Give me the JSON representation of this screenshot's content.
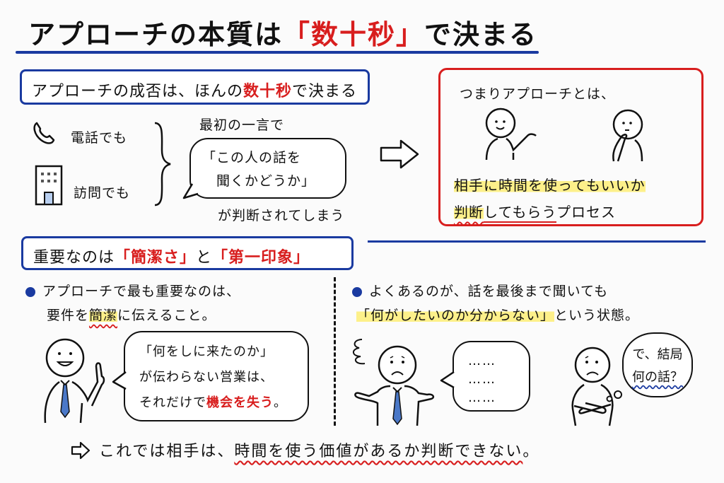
{
  "title": {
    "pre": "アプローチの本質は",
    "highlight": "「数十秒」",
    "post": "で決まる"
  },
  "colors": {
    "accent_blue": "#1a3aa0",
    "accent_red": "#d81e1e",
    "highlight_yellow": "#fdf08a",
    "tie_blue": "#4a78c8"
  },
  "section1": {
    "heading_pre": "アプローチの成否は、ほんの",
    "heading_highlight": "数十秒",
    "heading_post": "で決まる",
    "channels": [
      {
        "icon": "phone-icon",
        "label": "電話でも"
      },
      {
        "icon": "building-icon",
        "label": "訪問でも"
      }
    ],
    "first_words": "最初の一言で",
    "bubble_line1": "「この人の話を",
    "bubble_line2": "聞くかどうか」",
    "judged": "が判断されてしまう"
  },
  "conclusion_box": {
    "intro": "つまりアプローチとは、",
    "line1": "相手に時間を使ってもいいか",
    "line2_a": "判断",
    "line2_b": "してもらう",
    "line2_c": "プロセス"
  },
  "section2": {
    "heading_pre": "重要なのは",
    "heading_h1": "「簡潔さ」",
    "heading_mid": "と",
    "heading_h2": "「第一印象」",
    "left": {
      "line1": "アプローチで最も重要なのは、",
      "line2_a": "要件を",
      "line2_b": "簡潔",
      "line2_c": "に伝えること。",
      "bubble_line1": "「何をしに来たのか」",
      "bubble_line2": "が伝わらない営業は、",
      "bubble_line3_a": "それだけで",
      "bubble_line3_b": "機会を失う",
      "bubble_line3_c": "。"
    },
    "right": {
      "line1": "よくあるのが、話を最後まで聞いても",
      "line2_a": "「何がしたいのか分からない」",
      "line2_b": "という状態。",
      "bubble_dots": [
        "……",
        "……",
        "……"
      ],
      "thought_line1": "で、結局",
      "thought_line2": "何の話？"
    }
  },
  "bottom": {
    "pre": "これでは相手は、",
    "underlined": "時間を使う価値があるか判断できない",
    "post": "。"
  }
}
